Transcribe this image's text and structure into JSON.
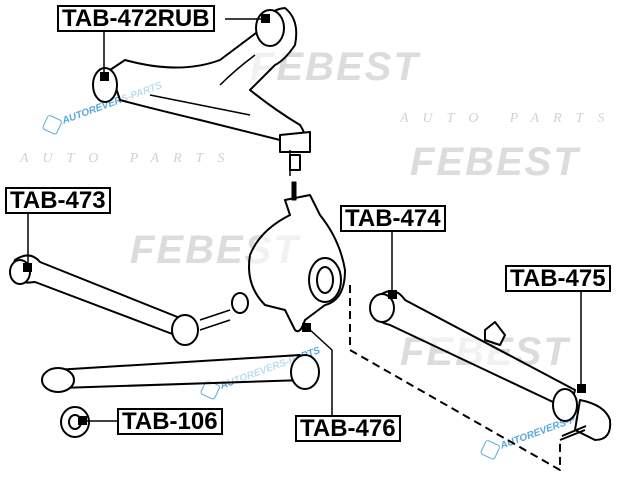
{
  "labels": {
    "tab472rub": "TAB-472RUB",
    "tab473": "TAB-473",
    "tab474": "TAB-474",
    "tab475": "TAB-475",
    "tab106": "TAB-106",
    "tab476": "TAB-476"
  },
  "watermark": {
    "brand": "FEBEST",
    "sub": "AUTO PARTS",
    "site": "AUTOREVERS-PARTS"
  }
}
